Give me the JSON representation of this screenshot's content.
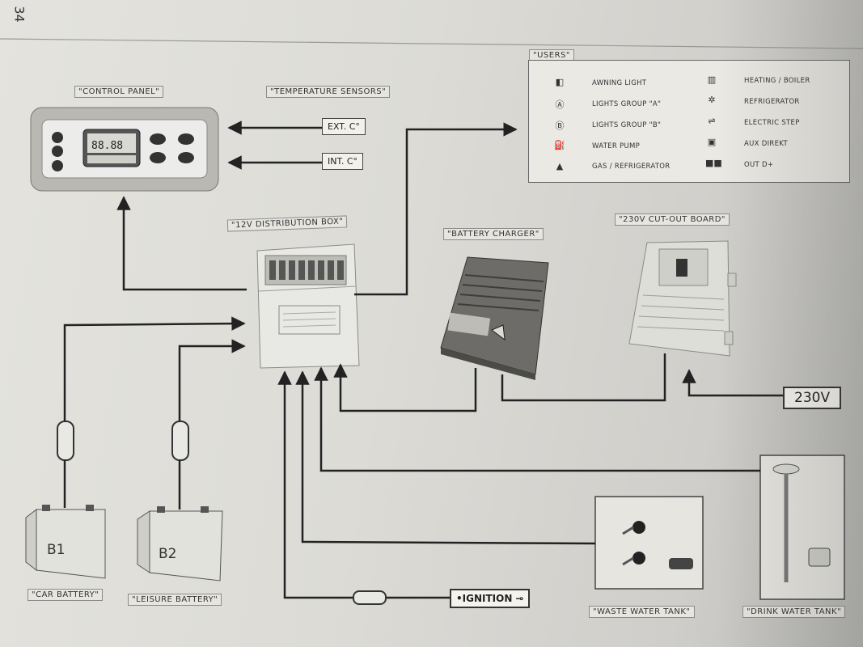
{
  "page_number": "34",
  "sections": {
    "control_panel": "\"CONTROL PANEL\"",
    "temperature_sensors": "\"TEMPERATURE SENSORS\"",
    "users": "\"USERS\"",
    "distribution_box": "\"12V DISTRIBUTION BOX\"",
    "battery_charger": "\"BATTERY CHARGER\"",
    "cutout_board": "\"230V CUT-OUT BOARD\"",
    "car_battery": "\"CAR BATTERY\"",
    "leisure_battery": "\"LEISURE BATTERY\"",
    "waste_water_tank": "\"WASTE WATER TANK\"",
    "drink_water_tank": "\"DRINK WATER TANK\""
  },
  "sensors": {
    "ext": "EXT. C°",
    "int": "INT. C°"
  },
  "power_input": "230V",
  "ignition": "•IGNITION",
  "batteries": {
    "b1": "B1",
    "b2": "B2"
  },
  "display": "88.88",
  "users": [
    {
      "icon": "light-icon",
      "label": "AWNING LIGHT"
    },
    {
      "icon": "group-a-icon",
      "label": "LIGHTS GROUP \"A\""
    },
    {
      "icon": "group-b-icon",
      "label": "LIGHTS GROUP \"B\""
    },
    {
      "icon": "pump-icon",
      "label": "WATER PUMP"
    },
    {
      "icon": "gas-icon",
      "label": "GAS / REFRIGERATOR"
    },
    {
      "icon": "heater-icon",
      "label": "HEATING / BOILER"
    },
    {
      "icon": "snowflake-icon",
      "label": "REFRIGERATOR"
    },
    {
      "icon": "step-icon",
      "label": "ELECTRIC STEP"
    },
    {
      "icon": "aux-icon",
      "label": "AUX DIREKT"
    },
    {
      "icon": "outlet-icon",
      "label": "OUT D+"
    }
  ]
}
